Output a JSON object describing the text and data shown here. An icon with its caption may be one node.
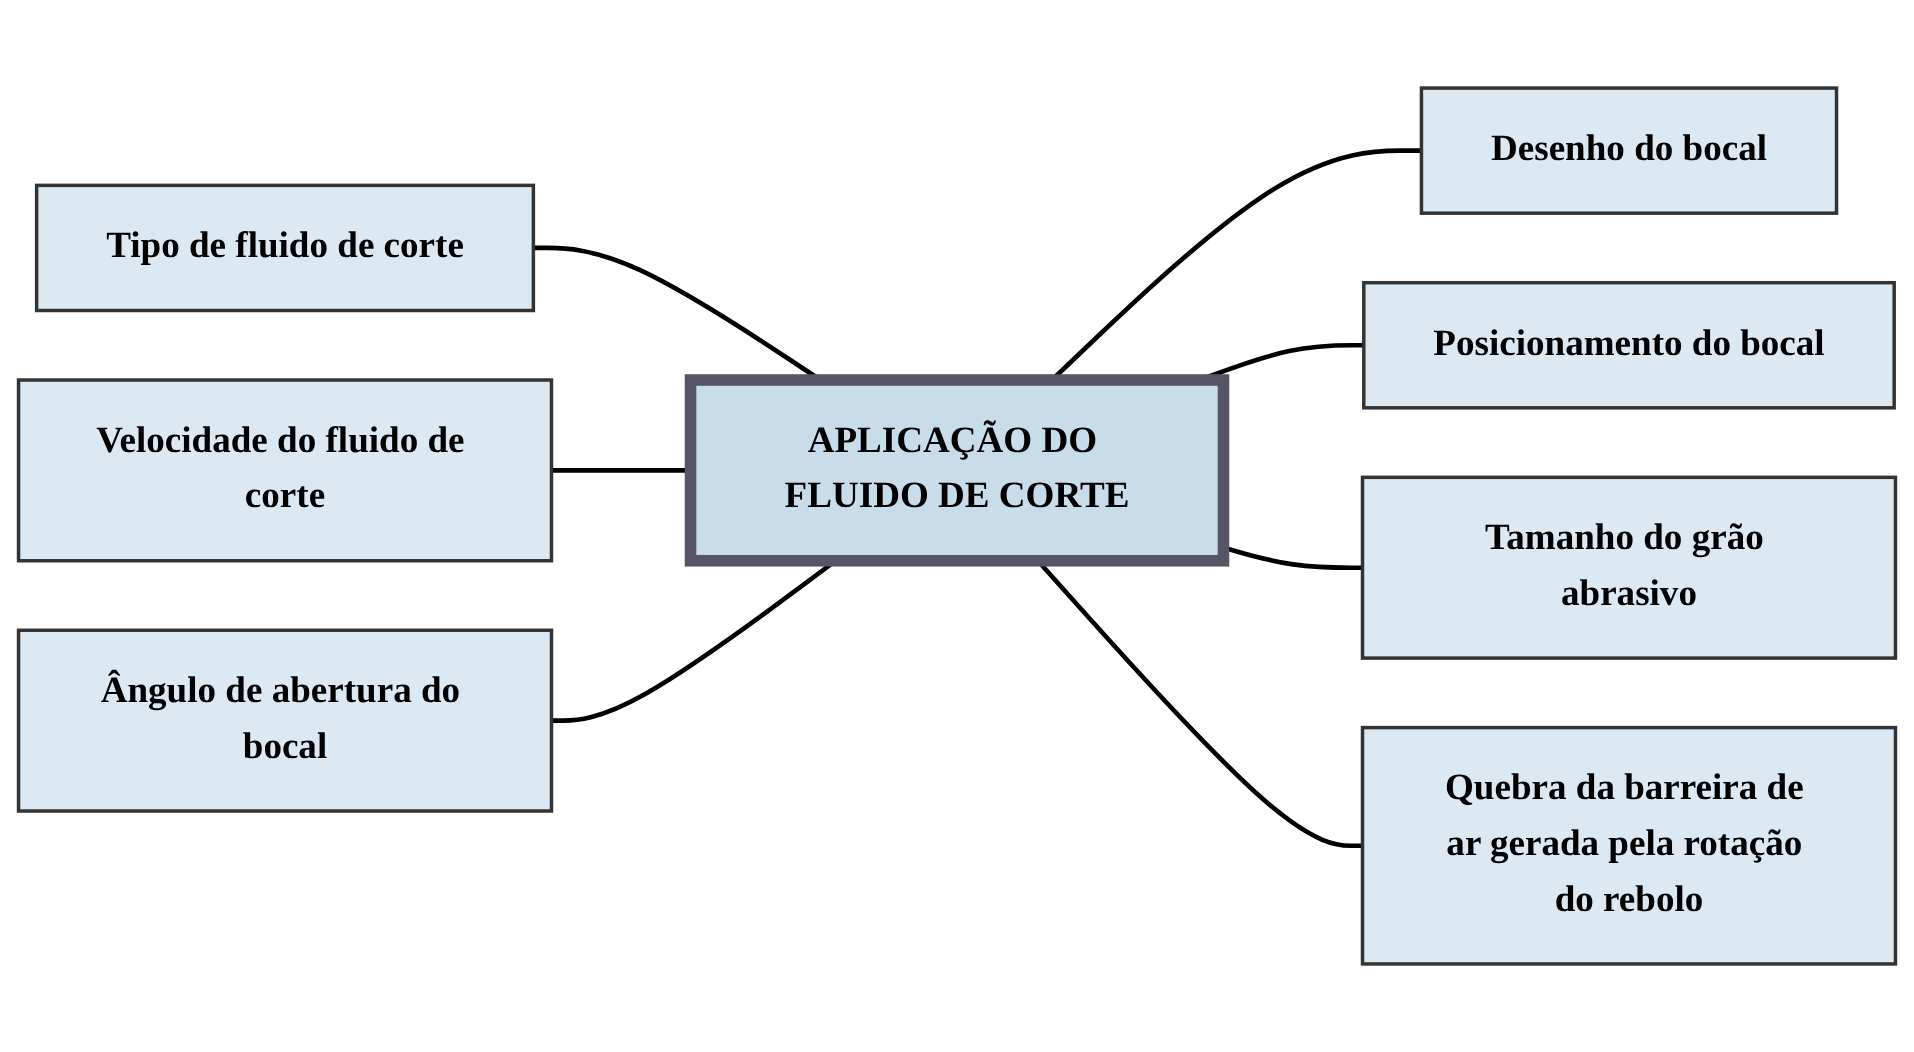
{
  "diagram": {
    "nodes": [
      {
        "text": [
          "Tipo de fluido de corte"
        ]
      },
      {
        "text": [
          "Velocidade do fluido de corte"
        ]
      },
      {
        "text": [
          "Ângulo de abertura do bocal"
        ]
      },
      {
        "text": [
          "APLICAÇÃO DO FLUIDO DE CORTE"
        ]
      },
      {
        "text": [
          "Desenho do bocal"
        ]
      },
      {
        "text": [
          "Posicionamento do bocal"
        ]
      },
      {
        "text": [
          "Tamanho do grão abrasivo"
        ]
      },
      {
        "text": [
          "Quebra da barreira de ar gerada pela rotação do rebolo"
        ]
      }
    ],
    "edges": [
      {
        "from": 0,
        "to": 3,
        "arrow": "none"
      },
      {
        "from": 1,
        "to": 3,
        "arrow": "none"
      },
      {
        "from": 2,
        "to": 3,
        "arrow": "none"
      },
      {
        "from": 3,
        "to": 4,
        "arrow": "none"
      },
      {
        "from": 3,
        "to": 5,
        "arrow": "none"
      },
      {
        "from": 3,
        "to": 6,
        "arrow": "none"
      },
      {
        "from": 3,
        "to": 7,
        "arrow": "none"
      }
    ]
  }
}
